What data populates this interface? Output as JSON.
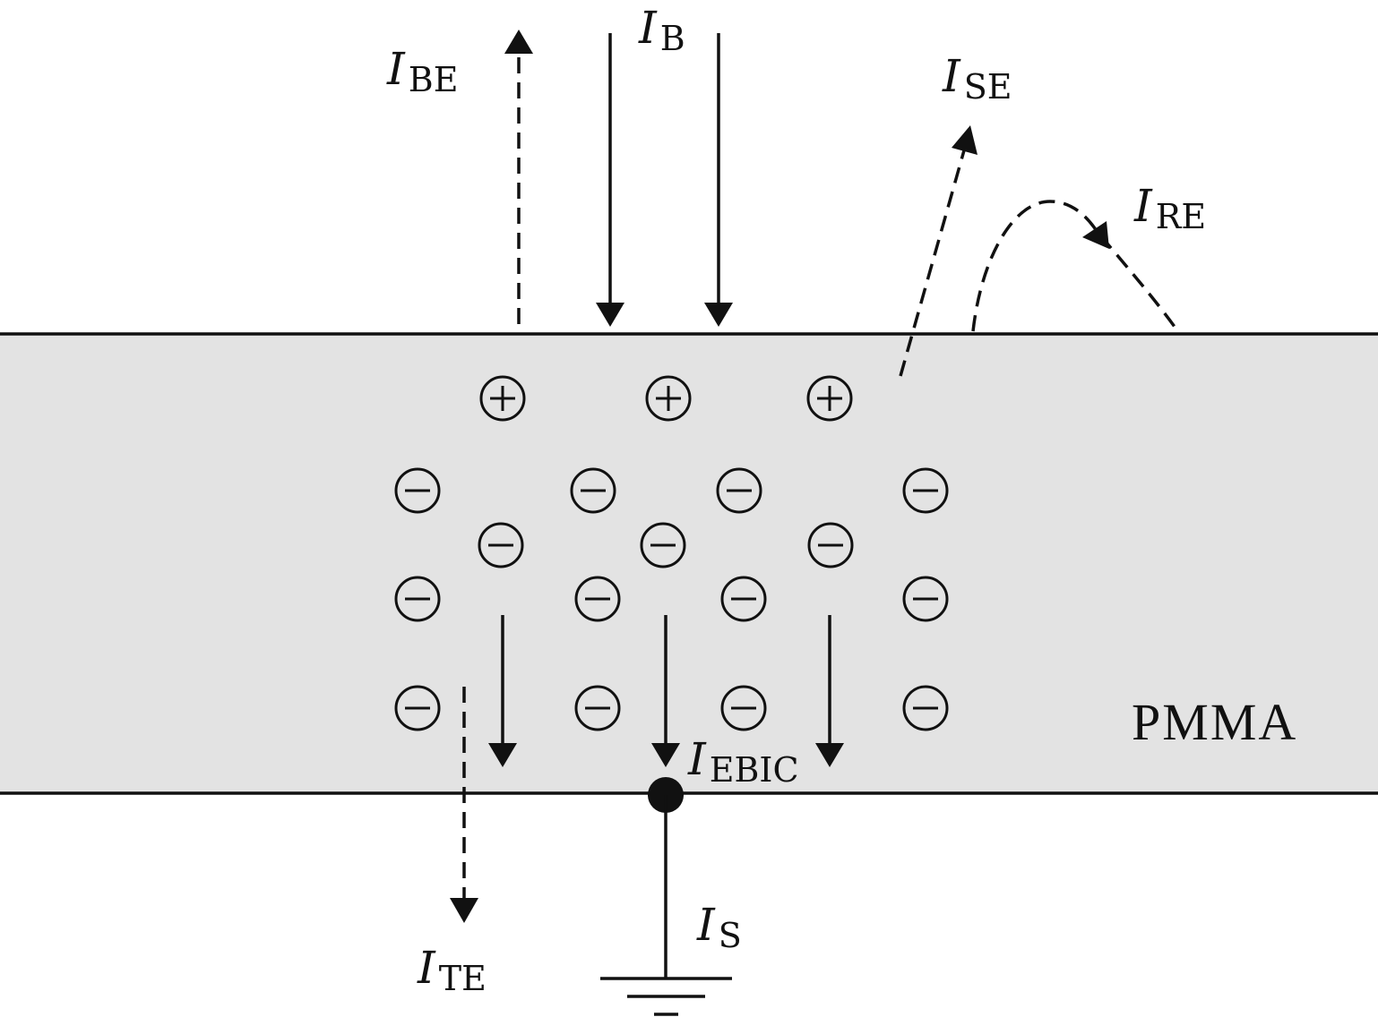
{
  "material": {
    "label": "PMMA",
    "fill": "#e3e3e3"
  },
  "labels": {
    "beam": {
      "symbol": "I",
      "sub": "B"
    },
    "backscattered": {
      "symbol": "I",
      "sub": "BE"
    },
    "secondary": {
      "symbol": "I",
      "sub": "SE"
    },
    "reemitted": {
      "symbol": "I",
      "sub": "RE"
    },
    "ebic": {
      "symbol": "I",
      "sub": "EBIC"
    },
    "transmitted": {
      "symbol": "I",
      "sub": "TE"
    },
    "sample": {
      "symbol": "I",
      "sub": "S"
    }
  },
  "charges": {
    "positive_count": 3,
    "negative_count": 15
  },
  "colors": {
    "line": "#111111",
    "background": "#ffffff"
  }
}
